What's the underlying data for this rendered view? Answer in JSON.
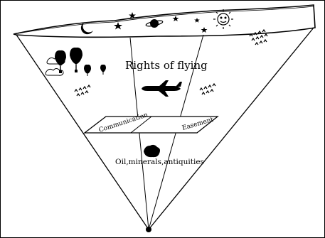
{
  "labels": {
    "rights_of_flying": "Rights of flying",
    "communication": "Communication",
    "easement": "Easement",
    "resources": "Oil,minerals,antiquities"
  },
  "icons": [
    "moon-icon",
    "star-icon",
    "planet-icon",
    "sun-icon",
    "hot-air-balloon-icon",
    "cloud-icon",
    "bird-flock-icon",
    "airplane-icon",
    "rock-icon"
  ],
  "colors": {
    "line": "#000000",
    "background": "#ffffff"
  }
}
